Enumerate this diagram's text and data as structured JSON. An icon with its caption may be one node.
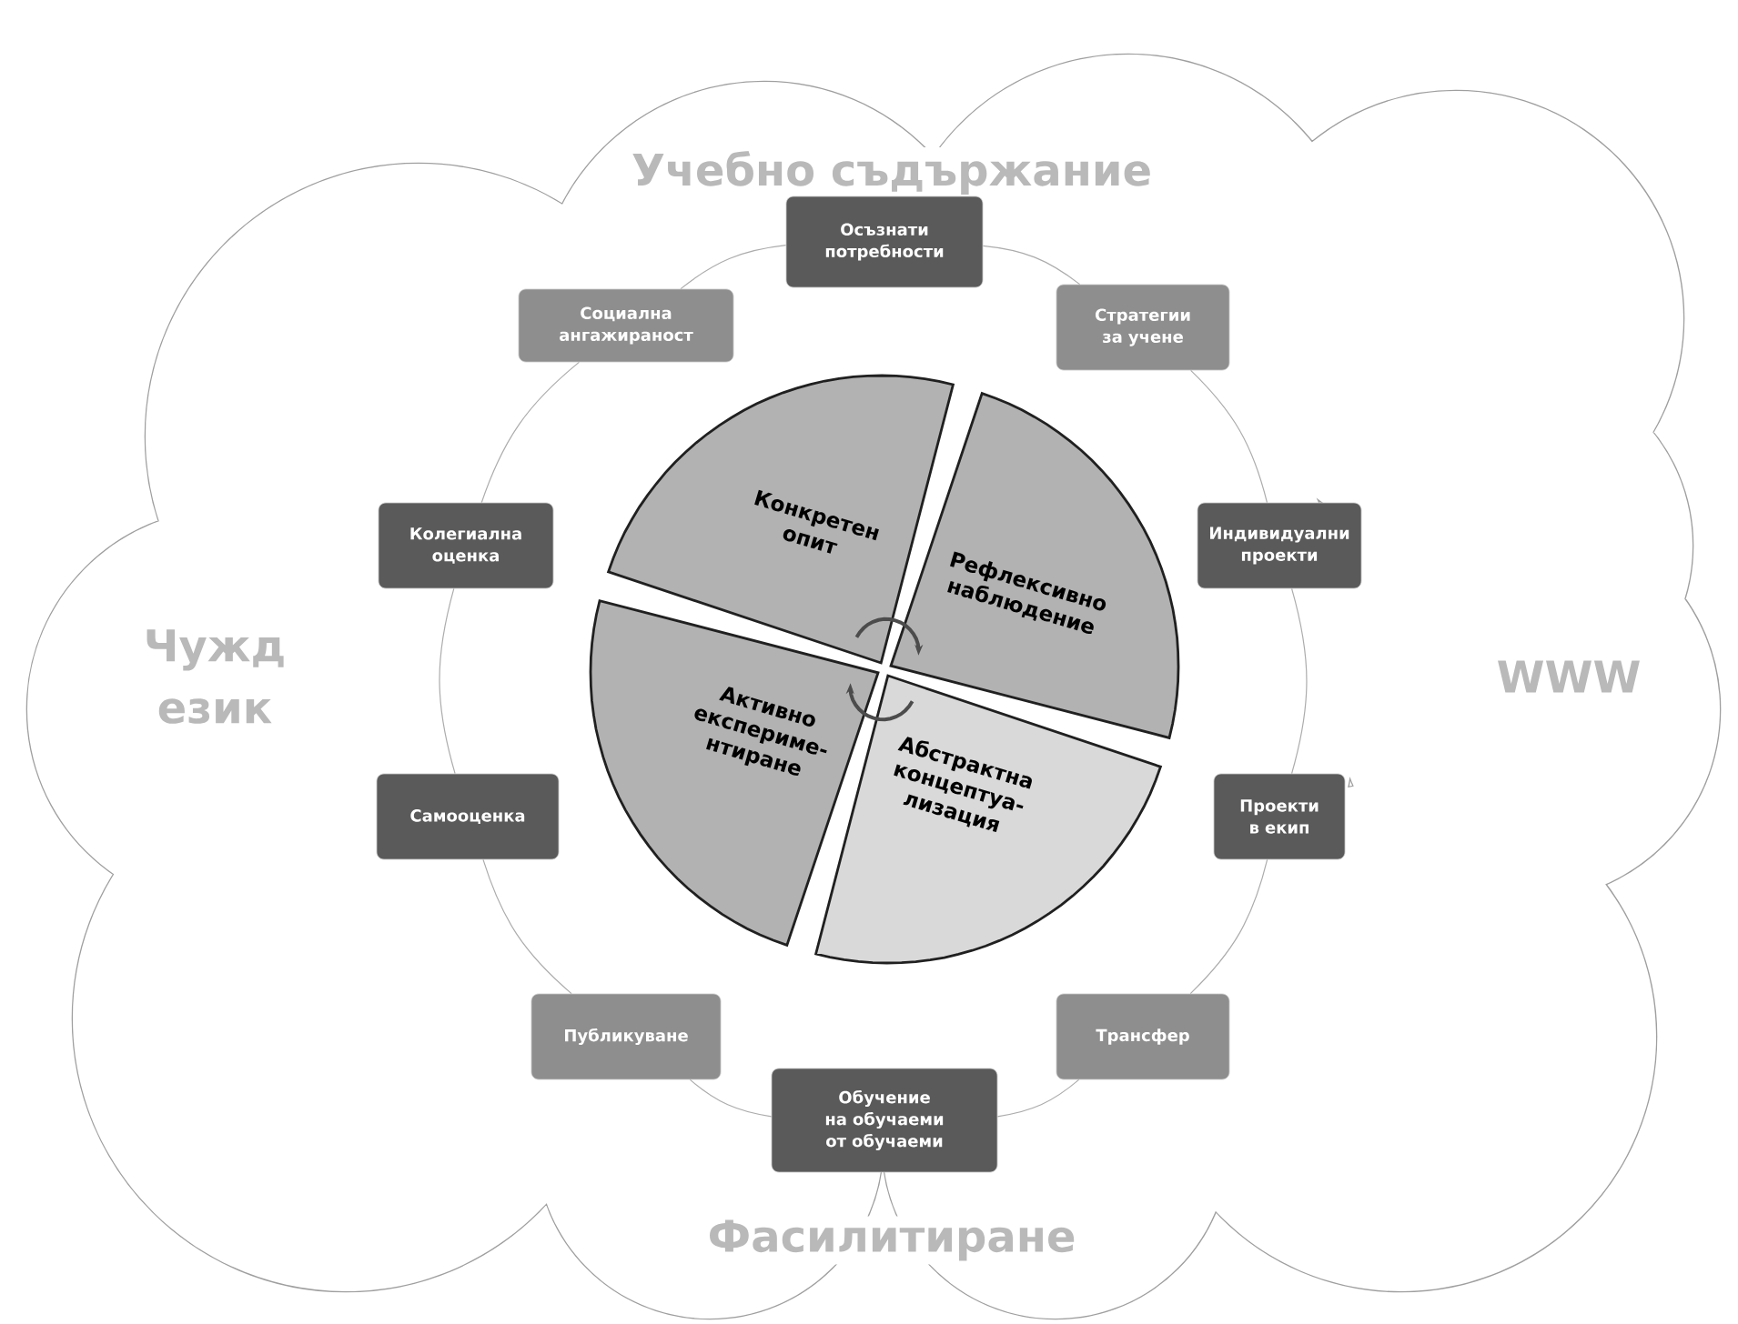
{
  "diagram": {
    "nodes": [
      {
        "text": [
          "Осъзнати потребности"
        ]
      },
      {
        "text": [
          "Стратегии за учене"
        ]
      },
      {
        "text": [
          "Индивидуални проекти"
        ]
      },
      {
        "text": [
          "Проекти в екип"
        ]
      },
      {
        "text": [
          "Трансфер"
        ]
      },
      {
        "text": [
          "Обучение на обучаеми от обучаеми"
        ]
      },
      {
        "text": [
          "Публикуване"
        ]
      },
      {
        "text": [
          "Самооценка"
        ]
      },
      {
        "text": [
          "Колегиална оценка"
        ]
      },
      {
        "text": [
          "Социална ангажираност"
        ]
      },
      {
        "text": [
          "Конкретен опит"
        ]
      },
      {
        "text": [
          "Рефлексивно наблюдение"
        ]
      },
      {
        "text": [
          "Активно експериме-нтиране"
        ]
      },
      {
        "text": [
          "Абстрактна концептуа-лизация"
        ]
      }
    ],
    "edges": [
      {
        "from": 0,
        "to": 1,
        "arrow": "none"
      },
      {
        "from": 1,
        "to": 2,
        "arrow": "none"
      },
      {
        "from": 2,
        "to": 3,
        "arrow": "none"
      },
      {
        "from": 3,
        "to": 4,
        "arrow": "none"
      },
      {
        "from": 4,
        "to": 5,
        "arrow": "none"
      },
      {
        "from": 5,
        "to": 6,
        "arrow": "none"
      },
      {
        "from": 6,
        "to": 7,
        "arrow": "none"
      },
      {
        "from": 7,
        "to": 8,
        "arrow": "none"
      },
      {
        "from": 8,
        "to": 9,
        "arrow": "none"
      },
      {
        "from": 9,
        "to": 0,
        "arrow": "none"
      },
      {
        "from": 10,
        "to": 11,
        "arrow": "to",
        "color": "#4c4c4c"
      },
      {
        "from": 13,
        "to": 12,
        "arrow": "to",
        "color": "#4c4c4c"
      }
    ],
    "labels": [
      "Учебно съдържание",
      "Чужд език",
      "WWW",
      "Фасилитиране"
    ]
  }
}
